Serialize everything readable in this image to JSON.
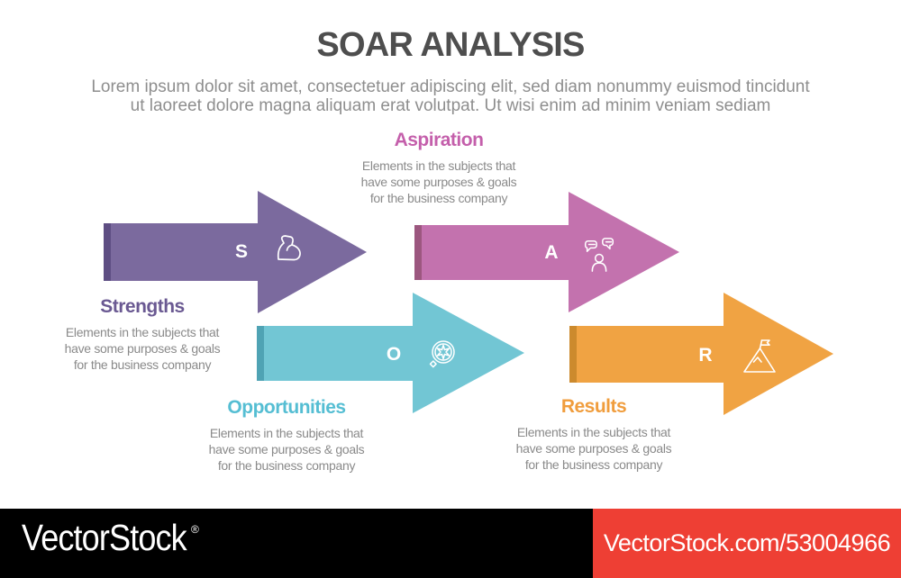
{
  "title": "SOAR ANALYSIS",
  "subtitle": "Lorem ipsum dolor sit amet, consectetuer adipiscing elit, sed diam nonummy euismod tincidunt\nut laoreet dolore magna aliquam erat volutpat. Ut wisi enim ad minim veniam sediam",
  "items": [
    {
      "key": "strengths",
      "label": "Strengths",
      "letter": "S",
      "icon": "muscle-icon",
      "arrow_color": "#7b6a9e",
      "edge_color": "#5e4e83",
      "label_color": "#6a5992",
      "description": "Elements in the subjects that\nhave  some purposes & goals\nfor the  business company"
    },
    {
      "key": "aspiration",
      "label": "Aspiration",
      "letter": "A",
      "icon": "chat-people-icon",
      "arrow_color": "#c372ae",
      "edge_color": "#9c577f",
      "label_color": "#c45fab",
      "description": "Elements in the subjects that\nhave  some purposes & goals\nfor the  business company"
    },
    {
      "key": "opportunities",
      "label": "Opportunities",
      "letter": "O",
      "icon": "magnifier-icon",
      "arrow_color": "#72c6d4",
      "edge_color": "#4fa3b4",
      "label_color": "#55bed3",
      "description": "Elements in the subjects that\nhave  some purposes & goals\nfor the  business company"
    },
    {
      "key": "results",
      "label": "Results",
      "letter": "R",
      "icon": "mountain-flag-icon",
      "arrow_color": "#f0a343",
      "edge_color": "#cc8a2d",
      "label_color": "#f09d3d",
      "description": "Elements in the subjects that\nhave  some purposes & goals\nfor the  business company"
    }
  ],
  "watermark": {
    "logo_text": "VectorStock",
    "registered_mark": "®",
    "url_text": "VectorStock.com/53004966",
    "bar_color": "#000000",
    "url_band_color": "#ee3f34"
  },
  "text_colors": {
    "title": "#4e4e4e",
    "subtitle": "#8e8e8e",
    "description": "#8a8a8a"
  }
}
